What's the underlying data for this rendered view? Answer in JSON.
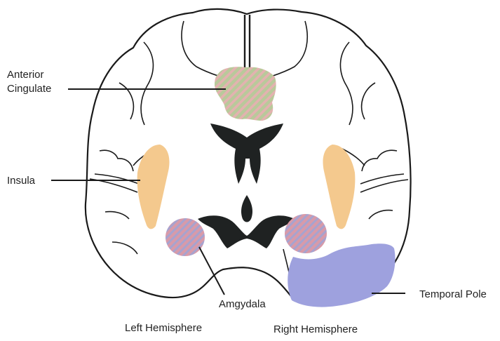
{
  "labels": {
    "anterior_cingulate": [
      "Anterior",
      "Cingulate"
    ],
    "insula": "Insula",
    "amygdala": "Amgydala",
    "temporal_pole": "Temporal Pole",
    "left_hemisphere": "Left Hemisphere",
    "right_hemisphere": "Right Hemisphere"
  },
  "colors": {
    "outline": "#1a1a1a",
    "ventricle": "#1f2222",
    "anterior_cingulate_base": "#b9c99a",
    "anterior_cingulate_stripe": "#e3b2b0",
    "insula": "#f4c98e",
    "amygdala_base": "#d89aa9",
    "amygdala_stripe": "#a7a3cf",
    "temporal_pole": "#9ea1de"
  }
}
